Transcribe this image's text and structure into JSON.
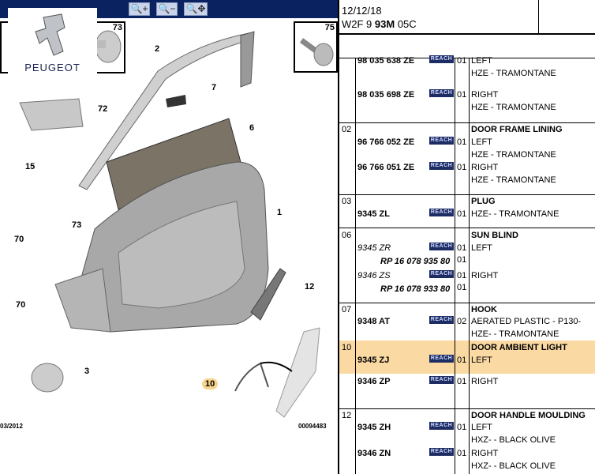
{
  "toolbar": {
    "zoom_in": "zoom-in",
    "zoom_out": "zoom-out",
    "zoom_pan": "zoom-pan"
  },
  "logo": {
    "brand": "PEUGEOT"
  },
  "diagram": {
    "callouts": [
      "73",
      "75",
      "2",
      "7",
      "72",
      "6",
      "15",
      "73",
      "1",
      "70",
      "70",
      "12",
      "3",
      "10"
    ],
    "date_code": "03/2012",
    "drawing_number": "00094483",
    "highlight_color": "#f8d58e"
  },
  "header": {
    "date": "12/12/18",
    "code_prefix": "W2F 9 ",
    "code_bold": "93M",
    "code_suffix": " 05C"
  },
  "reach_label": "REACH",
  "rows": [
    {
      "ref": "",
      "parts": [
        {
          "pn": "98 035 638 ZE",
          "qty": "01",
          "desc": "LEFT",
          "sub": "HZE - TRAMONTANE"
        },
        {
          "pn": "98 035 698 ZE",
          "qty": "01",
          "desc": "RIGHT",
          "sub": "HZE - TRAMONTANE"
        }
      ]
    },
    {
      "ref": "02",
      "title": "DOOR FRAME LINING",
      "parts": [
        {
          "pn": "96 766 052 ZE",
          "qty": "01",
          "desc": "LEFT",
          "sub": "HZE - TRAMONTANE"
        },
        {
          "pn": "96 766 051 ZE",
          "qty": "01",
          "desc": "RIGHT",
          "sub": "HZE - TRAMONTANE"
        }
      ]
    },
    {
      "ref": "03",
      "title": "PLUG",
      "parts": [
        {
          "pn": "9345 ZL",
          "qty": "01",
          "desc": "HZE- - TRAMONTANE"
        }
      ]
    },
    {
      "ref": "06",
      "title": "SUN BLIND",
      "parts": [
        {
          "pn": "9345 ZR",
          "qty": "01",
          "desc": "LEFT",
          "rp": "RP 16 078 935 80",
          "rp_qty": "01"
        },
        {
          "pn": "9346 ZS",
          "qty": "01",
          "desc": "RIGHT",
          "rp": "RP 16 078 933 80",
          "rp_qty": "01"
        }
      ]
    },
    {
      "ref": "07",
      "title": "HOOK",
      "parts": [
        {
          "pn": "9348 AT",
          "qty": "02",
          "desc": "AERATED PLASTIC - P130-",
          "sub": "HZE- - TRAMONTANE"
        }
      ]
    },
    {
      "ref": "10",
      "title": "DOOR AMBIENT LIGHT",
      "parts": [
        {
          "pn": "9345 ZJ",
          "qty": "01",
          "desc": "LEFT"
        },
        {
          "pn": "9346 ZP",
          "qty": "01",
          "desc": "RIGHT"
        }
      ]
    },
    {
      "ref": "12",
      "title": "DOOR HANDLE MOULDING",
      "parts": [
        {
          "pn": "9345 ZH",
          "qty": "01",
          "desc": "LEFT",
          "sub": "HXZ- - BLACK OLIVE"
        },
        {
          "pn": "9346 ZN",
          "qty": "01",
          "desc": "RIGHT",
          "sub": "HXZ- - BLACK OLIVE"
        }
      ]
    }
  ]
}
